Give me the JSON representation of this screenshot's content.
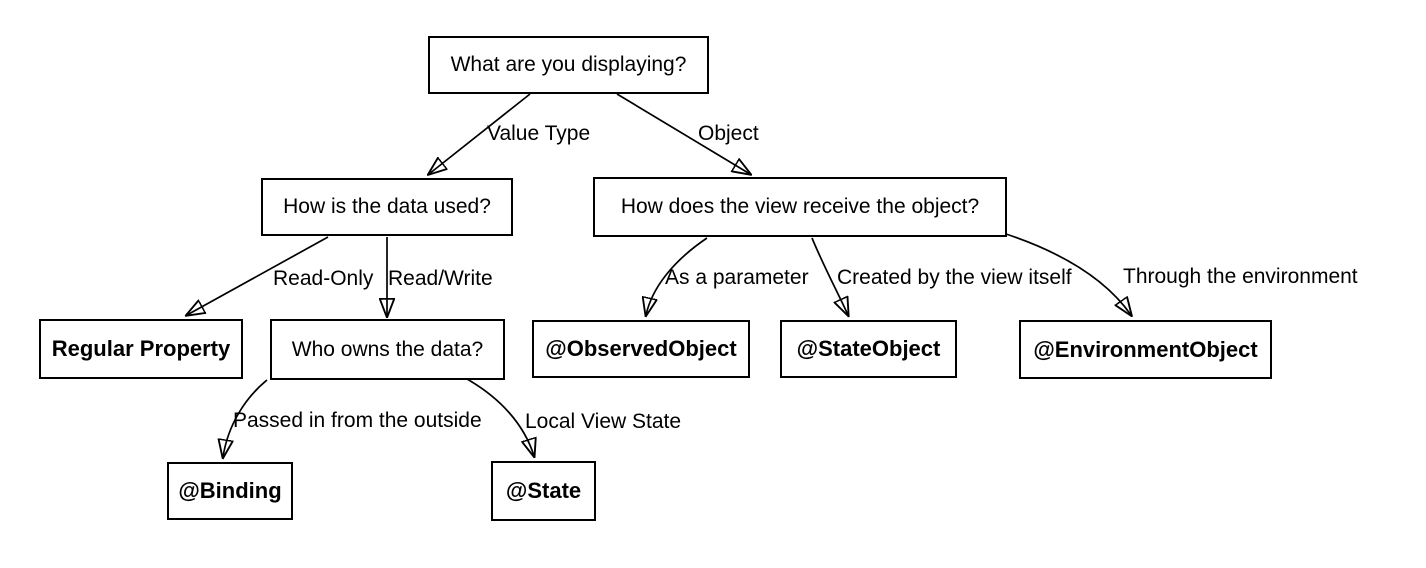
{
  "diagram": {
    "type": "decision-tree-flowchart",
    "background": "#ffffff",
    "line_color": "#000000",
    "text_color": "#000000"
  },
  "nodes": {
    "root": {
      "label": "What are you displaying?",
      "kind": "question"
    },
    "how_data_used": {
      "label": "How is the data used?",
      "kind": "question"
    },
    "regular_property": {
      "label": "Regular Property",
      "kind": "answer"
    },
    "who_owns_data": {
      "label": "Who owns the data?",
      "kind": "question"
    },
    "binding": {
      "label": "@Binding",
      "kind": "answer"
    },
    "state": {
      "label": "@State",
      "kind": "answer"
    },
    "how_view_receives": {
      "label": "How does the view receive the object?",
      "kind": "question"
    },
    "observed_object": {
      "label": "@ObservedObject",
      "kind": "answer"
    },
    "state_object": {
      "label": "@StateObject",
      "kind": "answer"
    },
    "environment_object": {
      "label": "@EnvironmentObject",
      "kind": "answer"
    }
  },
  "edges": [
    {
      "from": "root",
      "to": "how_data_used",
      "label": "Value Type"
    },
    {
      "from": "root",
      "to": "how_view_receives",
      "label": "Object"
    },
    {
      "from": "how_data_used",
      "to": "regular_property",
      "label": "Read-Only"
    },
    {
      "from": "how_data_used",
      "to": "who_owns_data",
      "label": "Read/Write"
    },
    {
      "from": "who_owns_data",
      "to": "binding",
      "label": "Passed in from the outside"
    },
    {
      "from": "who_owns_data",
      "to": "state",
      "label": "Local View State"
    },
    {
      "from": "how_view_receives",
      "to": "observed_object",
      "label": "As a parameter"
    },
    {
      "from": "how_view_receives",
      "to": "state_object",
      "label": "Created by the view itself"
    },
    {
      "from": "how_view_receives",
      "to": "environment_object",
      "label": "Through the environment"
    }
  ]
}
